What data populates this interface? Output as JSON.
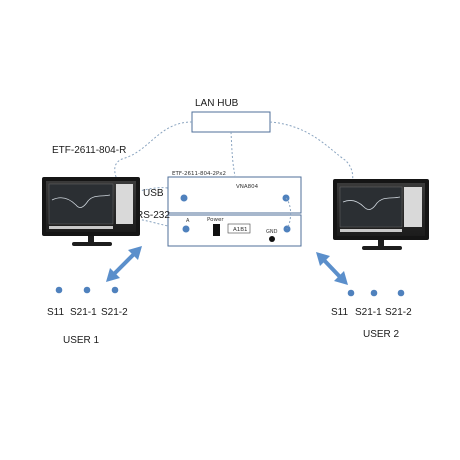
{
  "lan_hub": {
    "label": "LAN HUB"
  },
  "device": {
    "model_label": "ETF-2611-804-2Px2",
    "top_panel_label": "VNA804",
    "port_a_label": "A",
    "power_label": "Power",
    "display_code": "A1B1",
    "gnd_label": "GND"
  },
  "links": {
    "usb_label": "USB",
    "rs232_label": "RS-232"
  },
  "left_station": {
    "title": "ETF-2611-804-R",
    "ports": [
      "S11",
      "S21-1",
      "S21-2"
    ],
    "user_label": "USER 1"
  },
  "right_station": {
    "ports": [
      "S11",
      "S21-1",
      "S21-2"
    ],
    "user_label": "USER 2"
  },
  "colors": {
    "port_dot": "#4f81bd",
    "arrow": "#5b8fcb",
    "cable": "#8aa4c0",
    "box_stroke": "#4f6f9a"
  }
}
